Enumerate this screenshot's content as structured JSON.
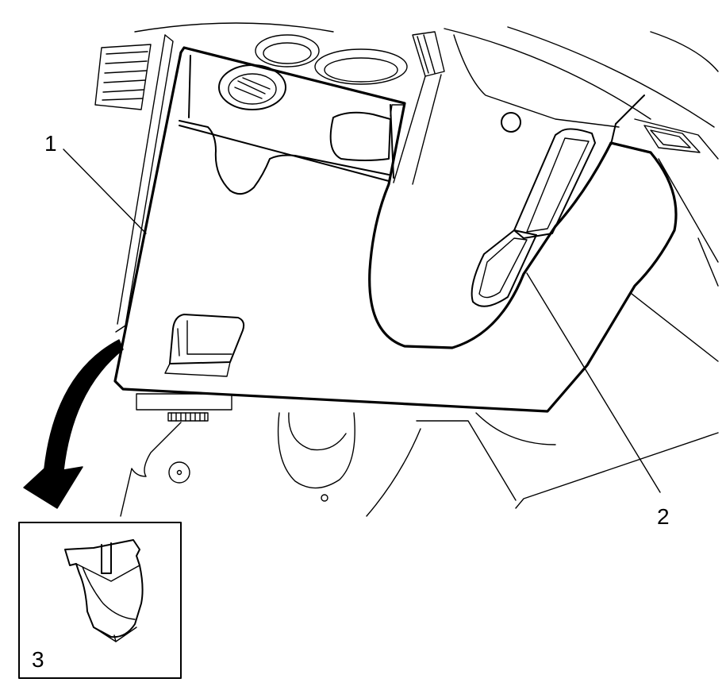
{
  "callouts": {
    "c1": "1",
    "c2": "2",
    "c3": "3"
  },
  "colors": {
    "line": "#000000",
    "background": "#ffffff",
    "arrow_fill": "#000000"
  }
}
